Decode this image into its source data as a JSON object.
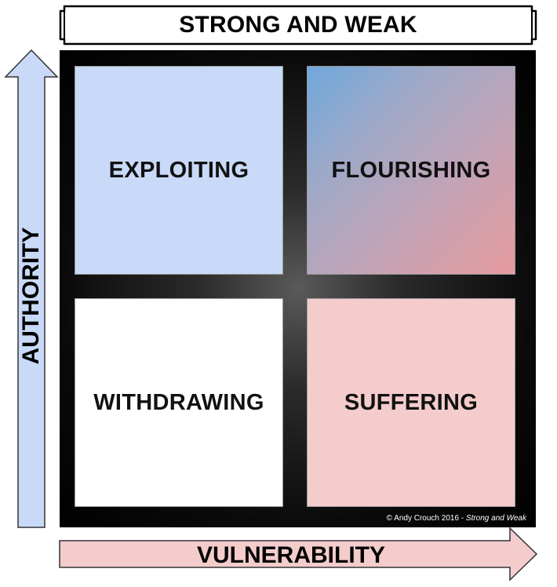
{
  "title": "STRONG AND WEAK",
  "axes": {
    "y_label": "AUTHORITY",
    "x_label": "VULNERABILITY"
  },
  "quadrants": {
    "top_left": "EXPLOITING",
    "top_right": "FLOURISHING",
    "bottom_left": "WITHDRAWING",
    "bottom_right": "SUFFERING"
  },
  "copyright": {
    "prefix": "© Andy Crouch 2016 - ",
    "book_title": "Strong and Weak"
  },
  "colors": {
    "authority_arrow": "#c9daf8",
    "vulnerability_arrow": "#f4cccc",
    "exploiting": "#c9daf8",
    "withdrawing": "#ffffff",
    "suffering": "#f4cccc",
    "flourishing_start": "#6fa8dc",
    "flourishing_end": "#e69b9e",
    "frame": "#000000"
  }
}
